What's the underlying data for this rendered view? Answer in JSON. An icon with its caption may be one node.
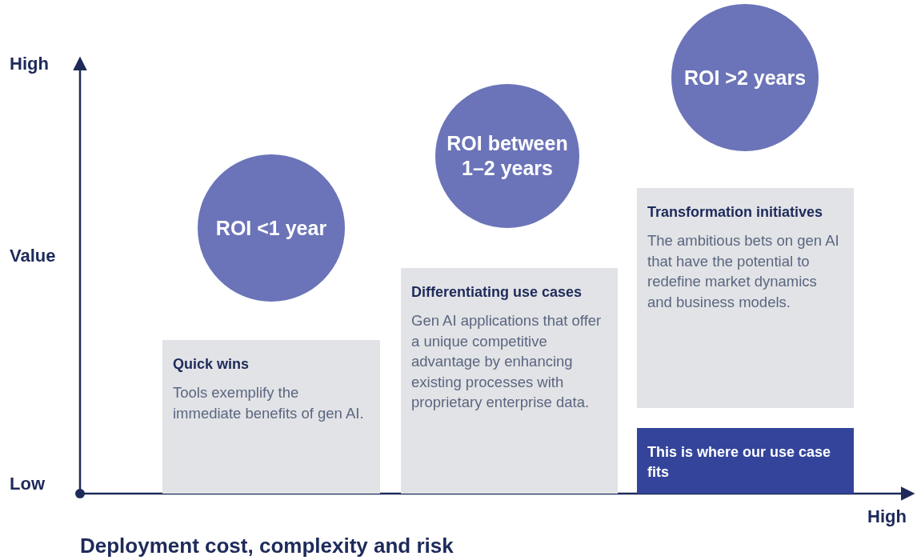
{
  "diagram": {
    "nodes": [
      {
        "text": [
          "ROI <1 year"
        ]
      },
      {
        "text": [
          "Quick wins",
          "Tools exemplify the immediate benefits of gen AI."
        ]
      },
      {
        "text": [
          "ROI between 1–2 years"
        ]
      },
      {
        "text": [
          "Differentiating use cases",
          "Gen AI applications that offer a unique competitive advantage by enhancing existing processes with proprietary enterprise data."
        ]
      },
      {
        "text": [
          "ROI >2 years"
        ]
      },
      {
        "text": [
          "Transformation initiatives",
          "The ambitious bets on gen AI that have the potential to redefine market dynamics and business models."
        ]
      },
      {
        "text": [
          "This is where our use case fits"
        ]
      }
    ],
    "edges": [],
    "labels": [
      "High",
      "Value",
      "Low",
      "High",
      "Deployment cost, complexity and risk"
    ]
  }
}
